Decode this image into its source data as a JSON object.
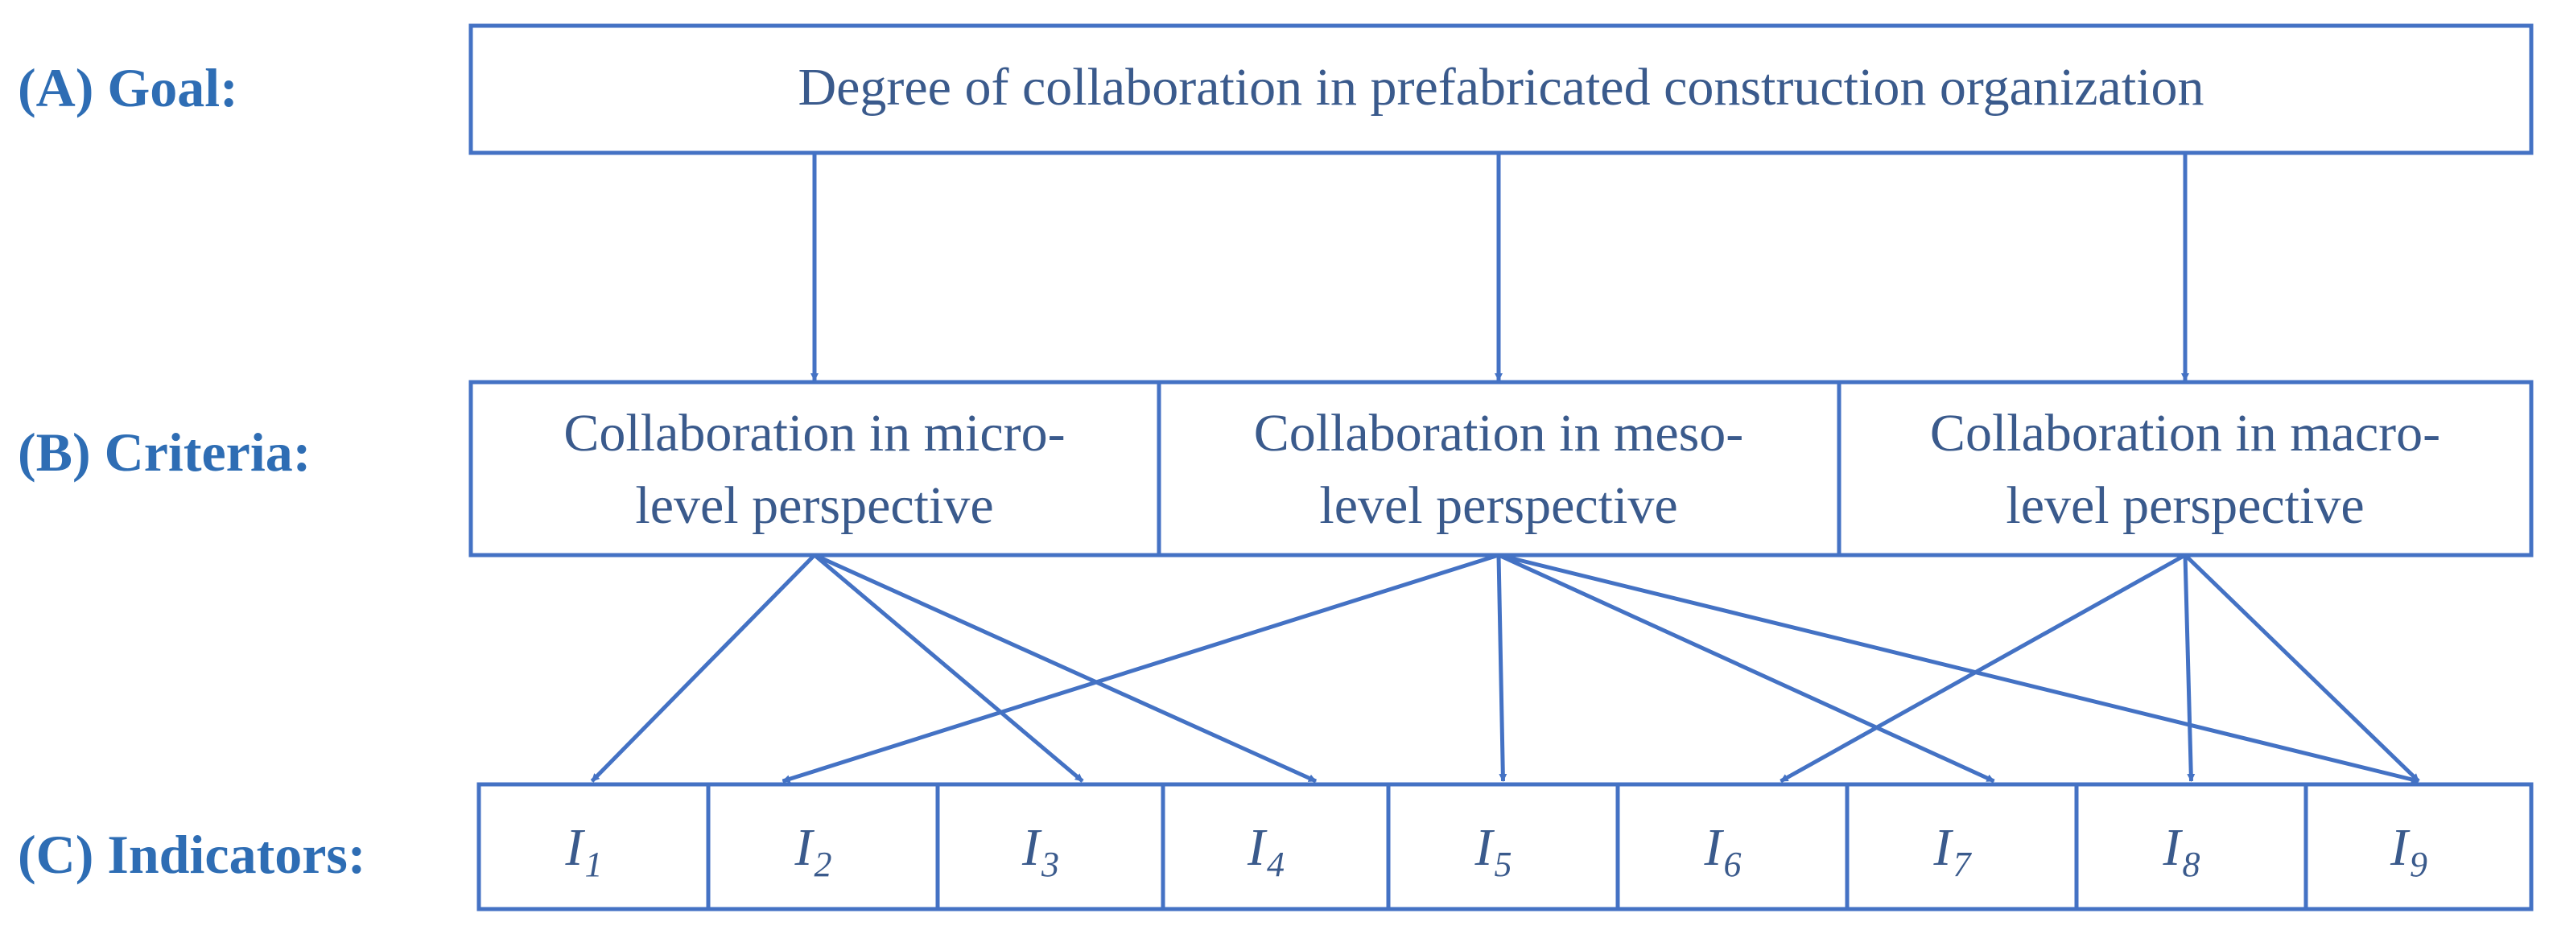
{
  "levels": {
    "goal_label": "(A) Goal:",
    "criteria_label": "(B) Criteria:",
    "indicators_label": "(C) Indicators:"
  },
  "goal": {
    "text": "Degree of collaboration in prefabricated construction organization"
  },
  "criteria": [
    {
      "line1": "Collaboration in micro-",
      "line2": "level perspective"
    },
    {
      "line1": "Collaboration in meso-",
      "line2": "level perspective"
    },
    {
      "line1": "Collaboration in macro-",
      "line2": "level perspective"
    }
  ],
  "indicators": [
    {
      "symbol": "I",
      "subscript": "1"
    },
    {
      "symbol": "I",
      "subscript": "2"
    },
    {
      "symbol": "I",
      "subscript": "3"
    },
    {
      "symbol": "I",
      "subscript": "4"
    },
    {
      "symbol": "I",
      "subscript": "5"
    },
    {
      "symbol": "I",
      "subscript": "6"
    },
    {
      "symbol": "I",
      "subscript": "7"
    },
    {
      "symbol": "I",
      "subscript": "8"
    },
    {
      "symbol": "I",
      "subscript": "9"
    }
  ],
  "links": {
    "goal_to_criteria": [
      0,
      1,
      2
    ],
    "criteria_to_indicators": [
      {
        "from": 0,
        "to": [
          0,
          2,
          3
        ]
      },
      {
        "from": 1,
        "to": [
          1,
          4,
          6,
          8
        ]
      },
      {
        "from": 2,
        "to": [
          5,
          7,
          8
        ]
      }
    ]
  },
  "colors": {
    "stroke": "#4472c4",
    "level_label": "#2e6db4",
    "node_text": "#3a5a8c"
  }
}
